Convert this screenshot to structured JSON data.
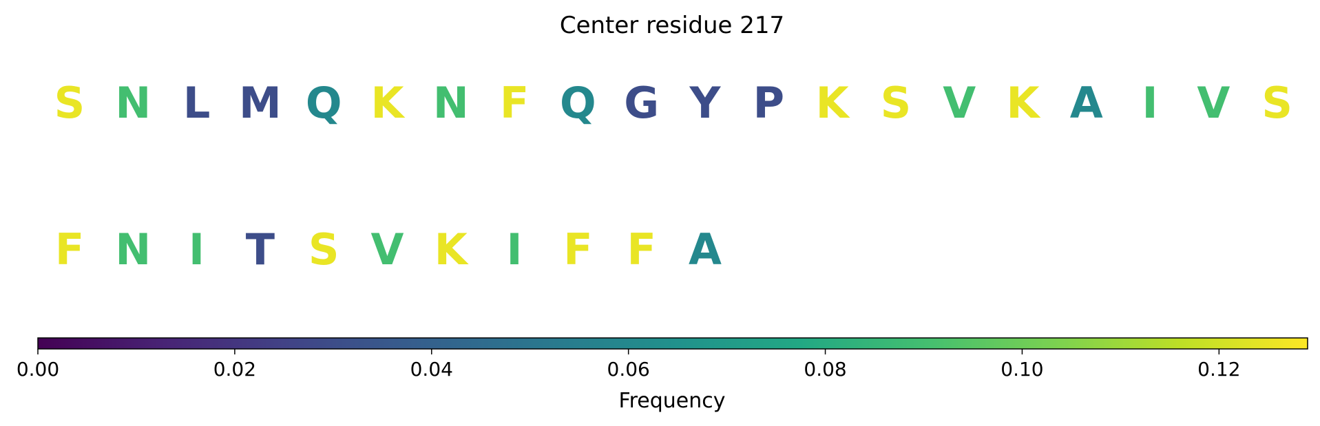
{
  "chart_data": {
    "type": "sequence-logo",
    "title": "Center residue 217",
    "rows": [
      {
        "letters": [
          "S",
          "N",
          "L",
          "M",
          "Q",
          "K",
          "N",
          "F",
          "Q",
          "G",
          "Y",
          "P",
          "K",
          "S",
          "V",
          "K",
          "A",
          "I",
          "V",
          "S"
        ],
        "frequencies": [
          0.125,
          0.09,
          0.03,
          0.03,
          0.06,
          0.125,
          0.09,
          0.125,
          0.06,
          0.03,
          0.03,
          0.03,
          0.125,
          0.125,
          0.09,
          0.125,
          0.06,
          0.09,
          0.09,
          0.125
        ]
      },
      {
        "letters": [
          "F",
          "N",
          "I",
          "T",
          "S",
          "V",
          "K",
          "I",
          "F",
          "F",
          "A"
        ],
        "frequencies": [
          0.125,
          0.09,
          0.09,
          0.03,
          0.125,
          0.09,
          0.125,
          0.09,
          0.125,
          0.125,
          0.06
        ]
      }
    ],
    "colorbar": {
      "label": "Frequency",
      "range": [
        0,
        0.129
      ],
      "ticks": [
        "0.00",
        "0.02",
        "0.04",
        "0.06",
        "0.08",
        "0.10",
        "0.12"
      ],
      "tick_values": [
        0,
        0.02,
        0.04,
        0.06,
        0.08,
        0.1,
        0.12
      ],
      "colormap": "viridis"
    }
  }
}
